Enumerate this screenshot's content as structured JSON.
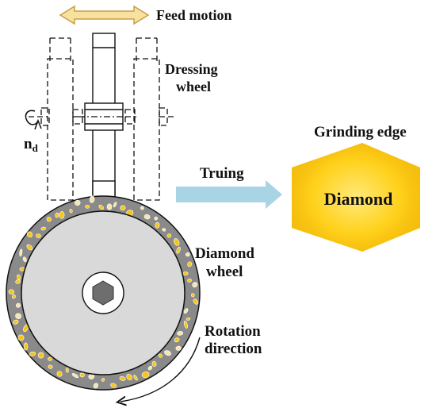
{
  "labels": {
    "feed_motion": "Feed motion",
    "dressing_wheel_line1": "Dressing",
    "dressing_wheel_line2": "wheel",
    "nd_main": "n",
    "nd_sub": "d",
    "truing": "Truing",
    "grinding_edge": "Grinding edge",
    "diamond": "Diamond",
    "diamond_wheel_line1": "Diamond",
    "diamond_wheel_line2": "wheel",
    "rotation_line1": "Rotation",
    "rotation_line2": "direction"
  },
  "colors": {
    "feed_arrow_fill": "#f7e0a0",
    "feed_arrow_stroke": "#c8a040",
    "truing_arrow": "#a9d4e6",
    "diamond_center": "#ffe97a",
    "diamond_edge": "#f2b100",
    "wheel_rim": "#8a8a8a",
    "wheel_face": "#d9d9d9",
    "grit": "#f5c518",
    "hub_hex": "#6e6e6e"
  },
  "icons": {
    "feed_arrow": "double-headed-arrow-icon",
    "truing_arrow": "right-arrow-icon",
    "rotation_arrow": "curved-arrow-icon",
    "nd_arrow": "circular-rotation-icon"
  }
}
